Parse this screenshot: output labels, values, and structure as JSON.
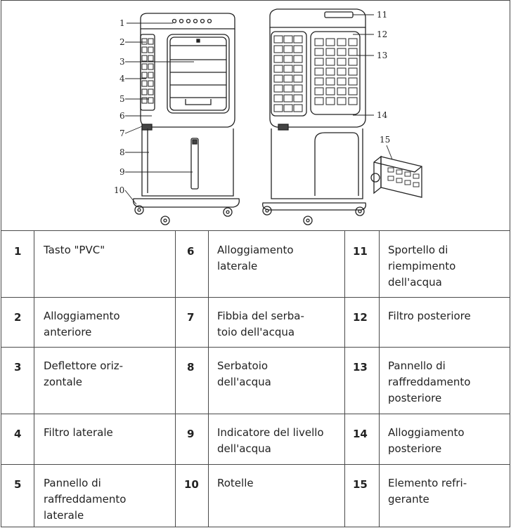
{
  "figure": {
    "callouts": [
      "1",
      "2",
      "3",
      "4",
      "5",
      "6",
      "7",
      "8",
      "9",
      "10",
      "11",
      "12",
      "13",
      "14",
      "15"
    ]
  },
  "rows": [
    [
      {
        "num": "1",
        "text": "Tasto \"PVC\""
      },
      {
        "num": "6",
        "text": "Alloggiamento laterale"
      },
      {
        "num": "11",
        "text": "Sportello di riempimento dell'acqua"
      }
    ],
    [
      {
        "num": "2",
        "text": "Alloggiamento anteriore"
      },
      {
        "num": "7",
        "text": "Fibbia del serba-toio dell'acqua"
      },
      {
        "num": "12",
        "text": "Filtro posteriore"
      }
    ],
    [
      {
        "num": "3",
        "text": "Deflettore oriz-zontale"
      },
      {
        "num": "8",
        "text": "Serbatoio dell'acqua"
      },
      {
        "num": "13",
        "text": "Pannello di raffreddamento posteriore"
      }
    ],
    [
      {
        "num": "4",
        "text": "Filtro laterale"
      },
      {
        "num": "9",
        "text": "Indicatore del livello dell'acqua"
      },
      {
        "num": "14",
        "text": "Alloggiamento posteriore"
      }
    ],
    [
      {
        "num": "5",
        "text": "Pannello di raffreddamento laterale"
      },
      {
        "num": "10",
        "text": "Rotelle"
      },
      {
        "num": "15",
        "text": "Elemento refri-gerante"
      }
    ]
  ]
}
